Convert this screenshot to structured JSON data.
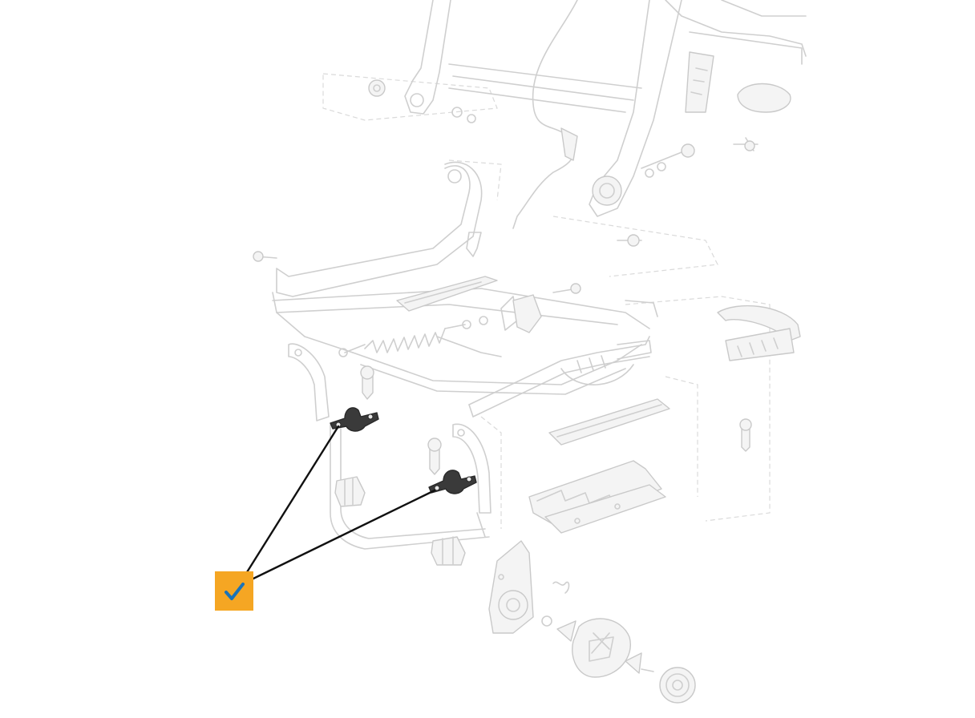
{
  "diagram": {
    "type": "exploded-parts-view",
    "highlighted_part": {
      "count": 2,
      "color": "#3a3a3a",
      "description_icon": "bracket-clamp"
    },
    "marker": {
      "icon": "checkmark-icon",
      "background_color": "#f5a623",
      "check_color": "#1a73b8"
    },
    "ghost_line_color": "#cfcfcf"
  }
}
